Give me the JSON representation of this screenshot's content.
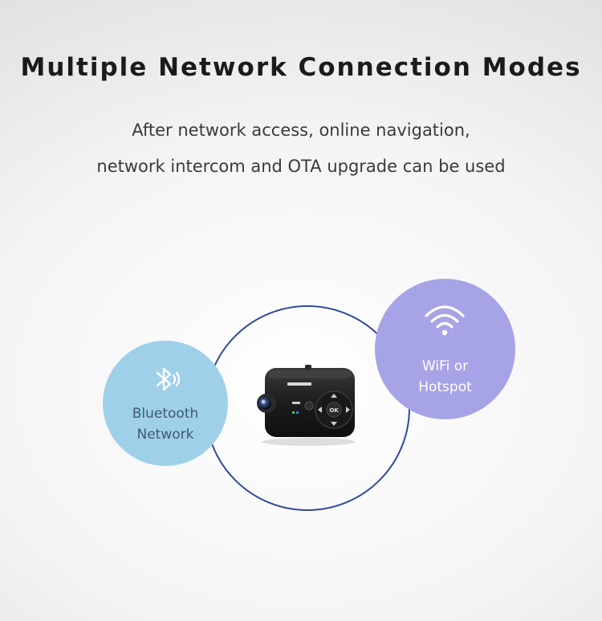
{
  "heading": "Multiple Network Connection Modes",
  "description": {
    "line1": "After network access, online navigation,",
    "line2": "network intercom and OTA upgrade can be used"
  },
  "bluetooth": {
    "icon": "bluetooth-icon",
    "line1": "Bluetooth",
    "line2": "Network"
  },
  "wifi": {
    "icon": "wifi-icon",
    "line1": "WiFi or",
    "line2": "Hotspot"
  },
  "device": {
    "name": "navigation-device-image"
  },
  "colors": {
    "ring": "#2f4a9b",
    "bluetooth_bubble": "#9fd0ea",
    "wifi_bubble": "#a6a4e6"
  }
}
